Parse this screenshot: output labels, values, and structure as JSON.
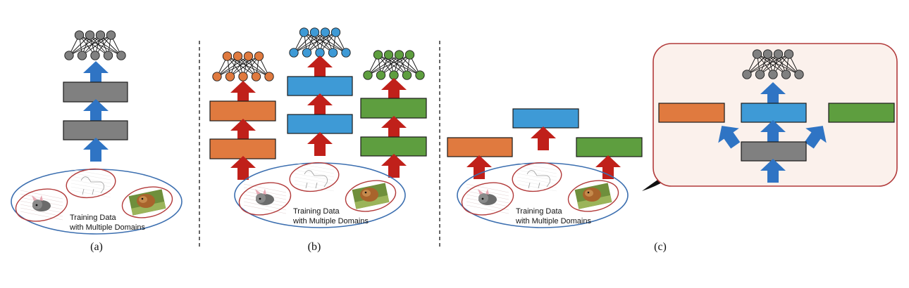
{
  "figure": {
    "colors": {
      "orange": "#E07A3F",
      "blue": "#3E9AD6",
      "green": "#5E9E3F",
      "gray": "#808080",
      "red_arrow": "#C0201A",
      "blue_arrow": "#2F74C4",
      "ellipse_outer": "#3C6FB0",
      "ellipse_inner": "#B23A3A",
      "panel_fill": "#FBF1EC",
      "panel_border": "#B23A3A",
      "box_border": "#1a1a1a"
    },
    "panels": [
      {
        "id": "a",
        "label": "(a)",
        "data_caption_line1": "Training Data",
        "data_caption_line2": "with Multiple Domains",
        "description": "Single shared model (gray) trained on all domains"
      },
      {
        "id": "b",
        "label": "(b)",
        "data_caption_line1": "Training Data",
        "data_caption_line2": "with Multiple Domains",
        "description": "Separate per-domain models (orange, blue, green)"
      },
      {
        "id": "c",
        "label": "(c)",
        "data_caption_line1": "Training Data",
        "data_caption_line2": "with Multiple Domains",
        "description": "Domain-specific blocks combined with a shared block and head"
      }
    ],
    "domain_images": [
      "cartoon-dog",
      "sketch-dog",
      "photo-dog"
    ]
  }
}
